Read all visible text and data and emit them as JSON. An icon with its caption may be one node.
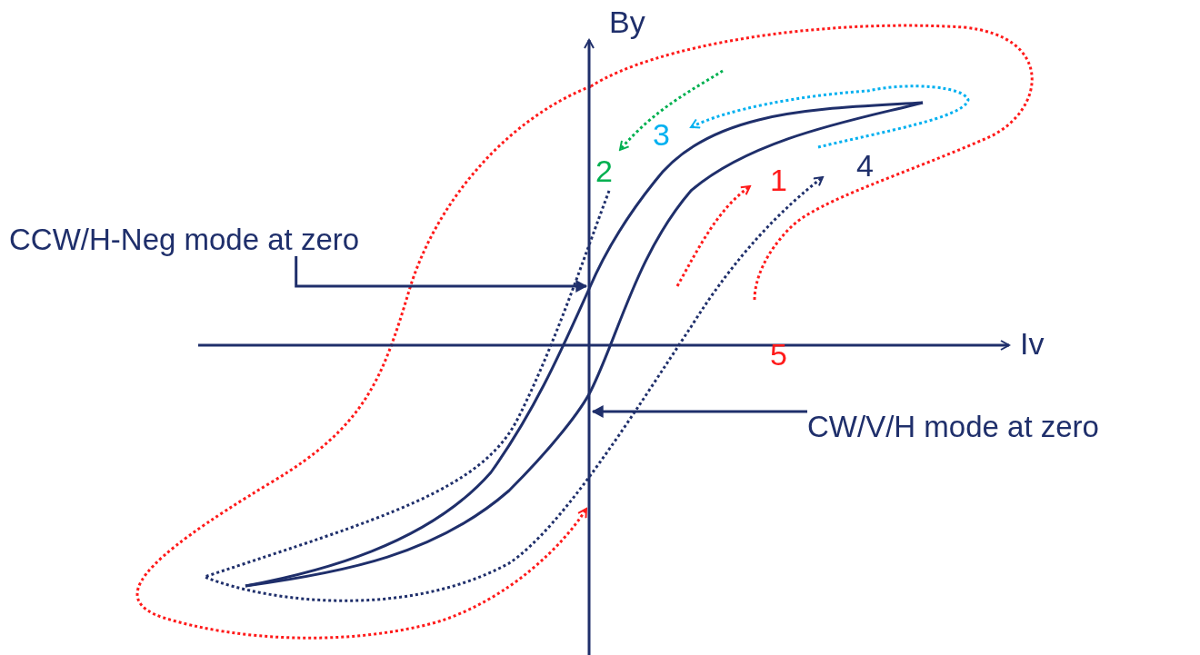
{
  "diagram": {
    "nodes": [
      {
        "text": [
          "CCW/H-Neg mode at zero"
        ]
      },
      {
        "text": [
          "CW/V/H mode at zero"
        ]
      }
    ],
    "edges": [
      {
        "from": 0,
        "to": null,
        "arrow": "to"
      },
      {
        "from": 1,
        "to": null,
        "arrow": "to"
      }
    ],
    "labels": [
      "By",
      "3",
      "4",
      "2",
      "1",
      "Iv",
      "5"
    ]
  }
}
